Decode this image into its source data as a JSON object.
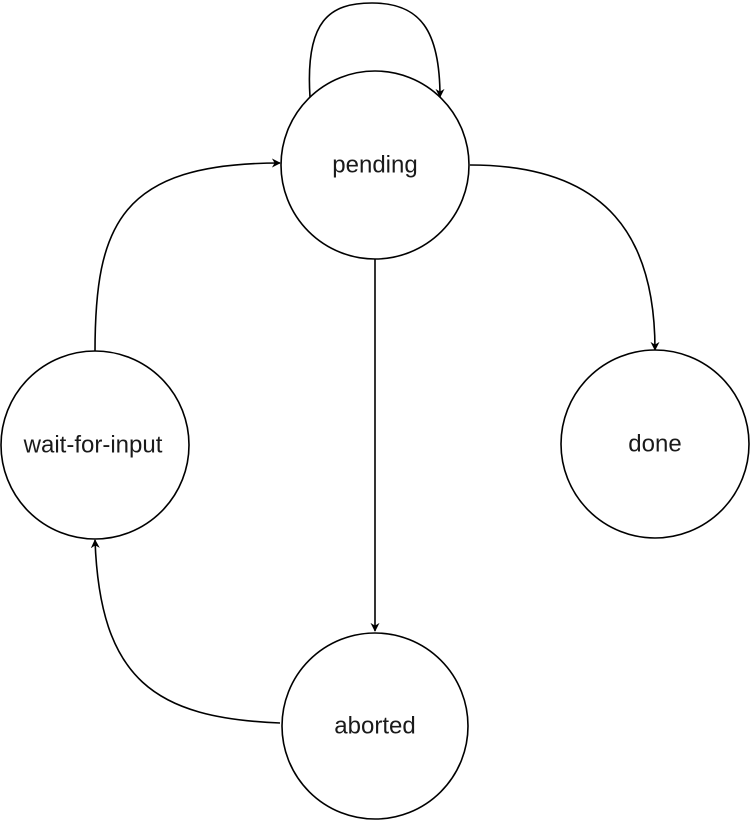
{
  "diagram": {
    "type": "state-machine",
    "states": [
      {
        "id": "pending",
        "label": "pending"
      },
      {
        "id": "done",
        "label": "done"
      },
      {
        "id": "wait-for-input",
        "label": "wait-for-input"
      },
      {
        "id": "aborted",
        "label": "aborted"
      }
    ],
    "transitions": [
      {
        "from": "pending",
        "to": "pending"
      },
      {
        "from": "pending",
        "to": "done"
      },
      {
        "from": "pending",
        "to": "aborted"
      },
      {
        "from": "aborted",
        "to": "wait-for-input"
      },
      {
        "from": "wait-for-input",
        "to": "pending"
      }
    ],
    "colors": {
      "stroke": "#000000",
      "fill": "#ffffff",
      "text": "#1a1a1a"
    }
  }
}
